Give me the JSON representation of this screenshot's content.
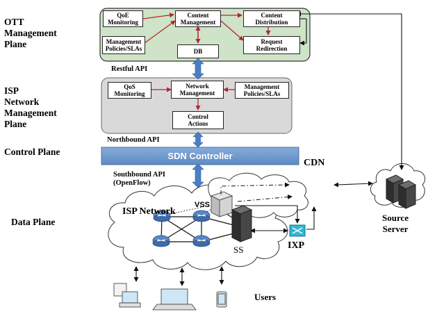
{
  "planes": {
    "ott": "OTT\nManagement\nPlane",
    "isp": "ISP\nNetwork\nManagement\nPlane",
    "control": "Control Plane",
    "data": "Data Plane"
  },
  "ott_boxes": {
    "qoe_monitoring": "QoE\nMonitoring",
    "content_management": "Content\nManagement",
    "content_distribution": "Content\nDistribution",
    "management_policies": "Management\nPolicies/SLAs",
    "db": "DB",
    "request_redirection": "Request\nRedirection"
  },
  "isp_boxes": {
    "qos_monitoring": "QoS\nMonitoring",
    "network_management": "Network\nManagement",
    "management_policies": "Management\nPolicies/SLAs",
    "control_actions": "Control\nActions"
  },
  "apis": {
    "restful": "Restful API",
    "northbound": "Northbound API",
    "southbound": "Southbound API\n(OpenFlow)"
  },
  "sdn_controller": "SDN Controller",
  "labels": {
    "cdn": "CDN",
    "isp_network": "ISP Network",
    "vss": "VSS",
    "ss": "SS",
    "ixp": "IXP",
    "source_server": "Source\nServer",
    "users": "Users"
  },
  "colors": {
    "ott_fill": "#cfe3c8",
    "isp_fill": "#d9d9d9",
    "controller_fill": "#6f9bd1",
    "arrow_red": "#b3262c",
    "arrow_blue": "#4a7ec4",
    "ixp_fill": "#33b5d6"
  }
}
